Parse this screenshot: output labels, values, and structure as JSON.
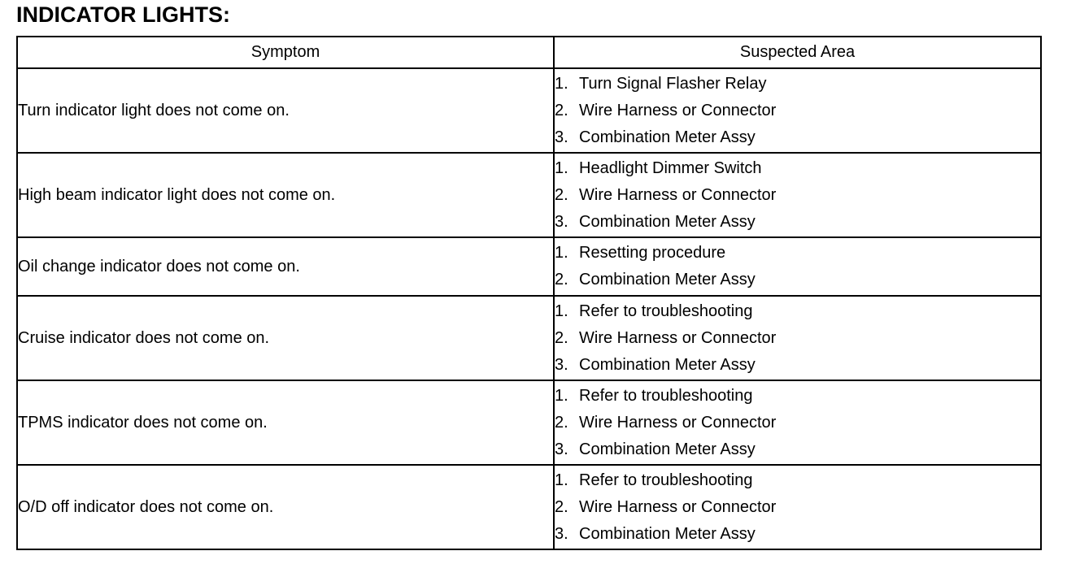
{
  "title": "INDICATOR LIGHTS:",
  "table": {
    "headers": {
      "symptom": "Symptom",
      "area": "Suspected Area"
    },
    "rows": [
      {
        "symptom": "Turn indicator light does not come on.",
        "areas": [
          {
            "num": "1.",
            "text": "Turn Signal Flasher Relay"
          },
          {
            "num": "2.",
            "text": "Wire Harness or Connector"
          },
          {
            "num": "3.",
            "text": "Combination Meter Assy"
          }
        ]
      },
      {
        "symptom": "High beam indicator light does not come on.",
        "areas": [
          {
            "num": "1.",
            "text": "Headlight Dimmer Switch"
          },
          {
            "num": "2.",
            "text": "Wire Harness or Connector"
          },
          {
            "num": "3.",
            "text": "Combination Meter Assy"
          }
        ]
      },
      {
        "symptom": "Oil change indicator does not come on.",
        "areas": [
          {
            "num": "1.",
            "text": "Resetting procedure"
          },
          {
            "num": "2.",
            "text": "Combination Meter Assy"
          }
        ]
      },
      {
        "symptom": "Cruise indicator does not come on.",
        "areas": [
          {
            "num": "1.",
            "text": "Refer to troubleshooting"
          },
          {
            "num": "2.",
            "text": "Wire Harness or Connector"
          },
          {
            "num": "3.",
            "text": "Combination Meter Assy"
          }
        ]
      },
      {
        "symptom": "TPMS indicator does not come on.",
        "areas": [
          {
            "num": "1.",
            "text": "Refer to troubleshooting"
          },
          {
            "num": "2.",
            "text": "Wire Harness or Connector"
          },
          {
            "num": "3.",
            "text": "Combination Meter Assy"
          }
        ]
      },
      {
        "symptom": "O/D off indicator does not come on.",
        "areas": [
          {
            "num": "1.",
            "text": "Refer to troubleshooting"
          },
          {
            "num": "2.",
            "text": "Wire Harness or Connector"
          },
          {
            "num": "3.",
            "text": "Combination Meter Assy"
          }
        ]
      }
    ]
  }
}
